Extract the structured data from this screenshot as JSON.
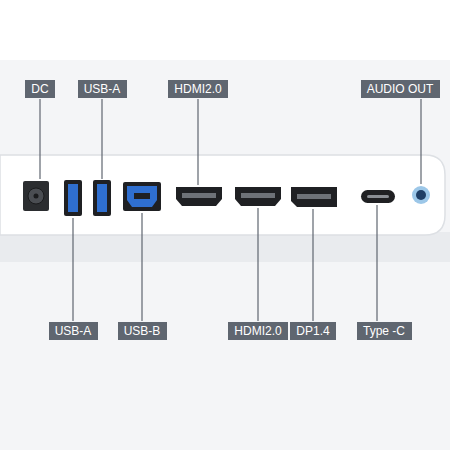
{
  "diagram": {
    "nodes": [
      {
        "text": [
          "DC"
        ]
      },
      {
        "text": [
          "USB-A"
        ]
      },
      {
        "text": [
          "HDMI2.0"
        ]
      },
      {
        "text": [
          "AUDIO OUT"
        ]
      },
      {
        "text": [
          "USB-A"
        ]
      },
      {
        "text": [
          "USB-B"
        ]
      },
      {
        "text": [
          "HDMI2.0"
        ]
      },
      {
        "text": [
          "DP1.4"
        ]
      },
      {
        "text": [
          "Type -C"
        ]
      }
    ]
  }
}
